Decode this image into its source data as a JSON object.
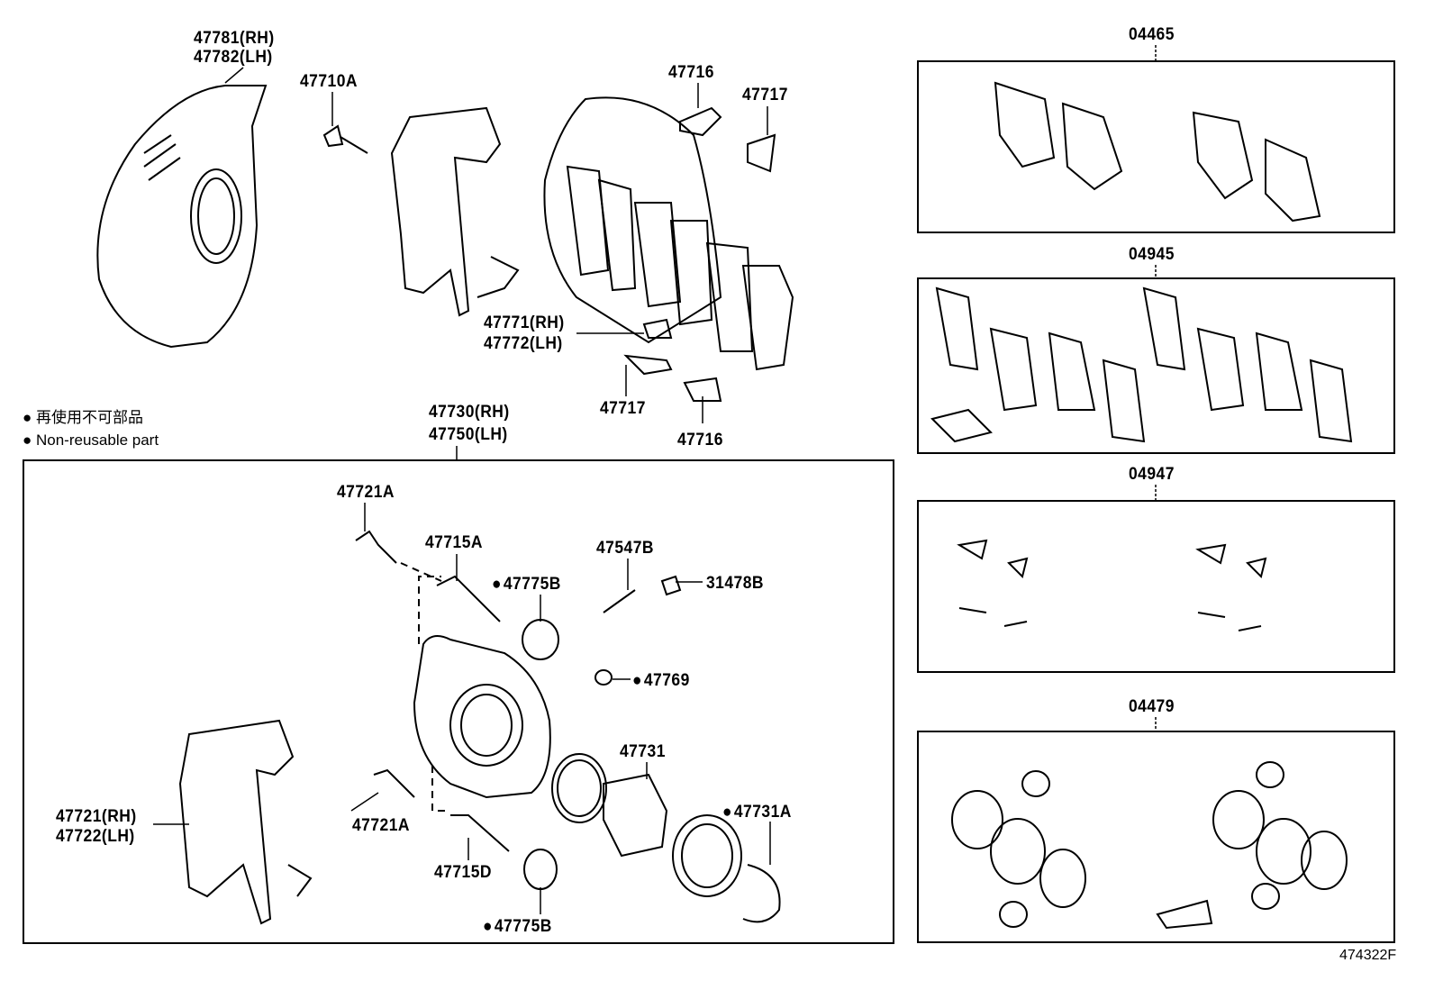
{
  "legend": {
    "jp": "● 再使用不可部品",
    "en": "● Non-reusable part"
  },
  "labels": {
    "dust_cover_rh": "47781(RH)",
    "dust_cover_lh": "47782(LH)",
    "bolt_47710a": "47710A",
    "clip_47716_top": "47716",
    "clip_47717_top": "47717",
    "shim_rh": "47771(RH)",
    "shim_lh": "47772(LH)",
    "clip_47717_bottom": "47717",
    "clip_47716_bottom": "47716",
    "cylinder_rh": "47730(RH)",
    "cylinder_lh": "47750(LH)",
    "bolt_47721a_top": "47721A",
    "pin_47715a": "47715A",
    "boot_47775b_top": "47775B",
    "bleeder_47547b": "47547B",
    "cap_31478b": "31478B",
    "cap_47769": "47769",
    "piston_47731": "47731",
    "seal_47731a": "47731A",
    "mounting_rh": "47721(RH)",
    "mounting_lh": "47722(LH)",
    "bolt_47721a_bottom": "47721A",
    "pin_47715d": "47715D",
    "boot_47775b_bottom": "47775B"
  },
  "kits": [
    "04465",
    "04945",
    "04947",
    "04479"
  ],
  "diagram_id": "474322F"
}
